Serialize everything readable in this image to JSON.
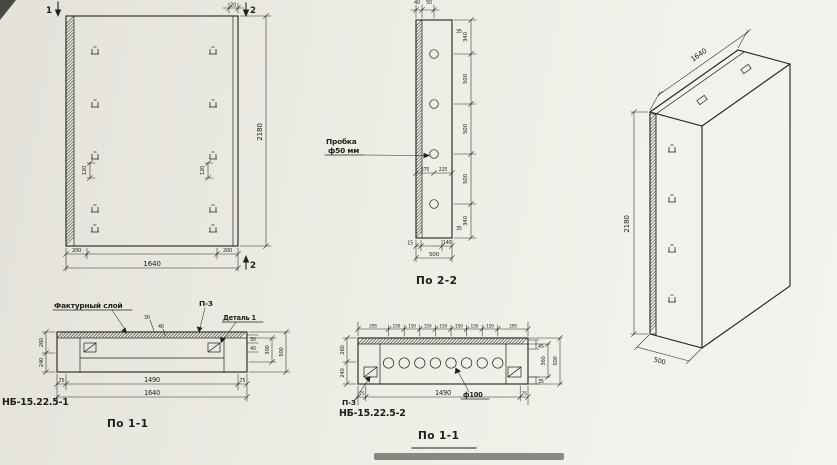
{
  "front_view": {
    "cut_label_top_left": "1",
    "cut_label_top_right": "2",
    "cut_label_bottom_right": "2",
    "dim_top_joint": "20",
    "dim_height": "2180",
    "dim_anchor_left": "120",
    "dim_anchor_right": "120",
    "dim_edge_left": "200",
    "dim_edge_right": "200",
    "dim_width_total": "1640"
  },
  "section_2_2": {
    "caption": "По 2-2",
    "plug_note_line1": "Пробка",
    "plug_note_line2": "ф50 мм",
    "dim_top_layer": "40",
    "dim_top_plug": "50",
    "dim_side_top": "35",
    "dim_side_bottom": "35",
    "chain": [
      "340",
      "500",
      "500",
      "500",
      "340"
    ],
    "dim_plug_front": "275",
    "dim_plug_back": "225",
    "dim_bottom_small_a": "15",
    "dim_bottom_small_b": "140",
    "dim_depth_total": "500"
  },
  "iso_view": {
    "dim_width": "1640",
    "dim_height": "2180",
    "dim_depth": "500"
  },
  "section_1_1_a": {
    "part_mark": "НБ-15.22.5-1",
    "caption": "По 1-1",
    "note_texture_layer": "Фактурный слой",
    "note_p3": "П-3",
    "note_detail": "Деталь 1",
    "dim_layer_a": "30",
    "dim_layer_b": "40",
    "right_small_a": "30",
    "right_small_b": "40",
    "left_chain_top": "260",
    "left_chain_bottom": "240",
    "right_chain_inner": "300",
    "right_chain_total": "500",
    "dim_edge_left": "75",
    "dim_span": "1490",
    "dim_edge_right": "75",
    "dim_width_total": "1640"
  },
  "section_1_1_b": {
    "part_mark": "НБ-15.22.5-2",
    "caption": "По 1-1",
    "note_p3": "П-3",
    "note_hole": "ф100",
    "top_chain": [
      "295",
      "150",
      "150",
      "150",
      "150",
      "150",
      "150",
      "150",
      "295"
    ],
    "left_chain_top": "260",
    "left_chain_bottom": "240",
    "right_small_a": "45",
    "right_small_b": "35",
    "right_chain_inner": "360",
    "right_chain_total": "500",
    "dim_edge_left": "75",
    "dim_span": "1490",
    "dim_edge_right": "75"
  }
}
